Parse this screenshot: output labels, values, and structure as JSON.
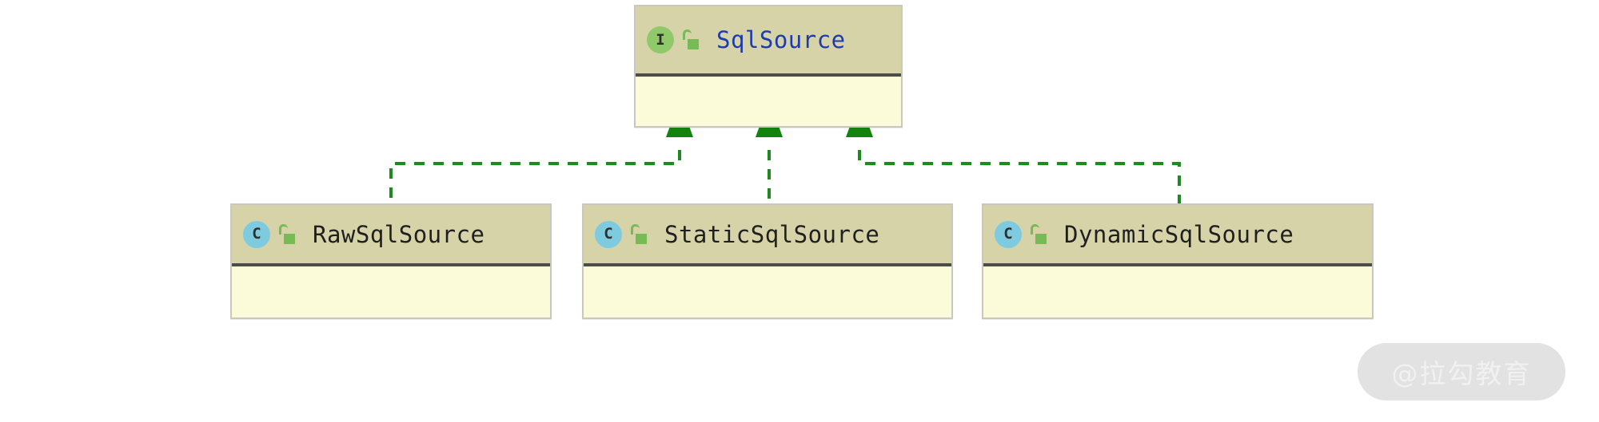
{
  "diagram": {
    "type": "uml-class-diagram",
    "relationship": "realization",
    "interface": {
      "name": "SqlSource",
      "stereotype_letter": "I",
      "stereotype_kind": "interface",
      "visibility_icon": "unlocked-padlock-icon",
      "name_color": "#1d3bab",
      "header_color": "#d6d3a9",
      "body_color": "#fbfbda",
      "icon_color": "#8fc96a",
      "compartments": [
        "attributes-empty"
      ]
    },
    "classes": [
      {
        "name": "RawSqlSource",
        "stereotype_letter": "C",
        "stereotype_kind": "class",
        "visibility_icon": "unlocked-padlock-icon",
        "name_color": "#1f1f1f",
        "header_color": "#d6d3a9",
        "body_color": "#fbfbda",
        "icon_color": "#7ecbe0",
        "implements": "SqlSource"
      },
      {
        "name": "StaticSqlSource",
        "stereotype_letter": "C",
        "stereotype_kind": "class",
        "visibility_icon": "unlocked-padlock-icon",
        "name_color": "#1f1f1f",
        "header_color": "#d6d3a9",
        "body_color": "#fbfbda",
        "icon_color": "#7ecbe0",
        "implements": "SqlSource"
      },
      {
        "name": "DynamicSqlSource",
        "stereotype_letter": "C",
        "stereotype_kind": "class",
        "visibility_icon": "unlocked-padlock-icon",
        "name_color": "#1f1f1f",
        "header_color": "#d6d3a9",
        "body_color": "#fbfbda",
        "icon_color": "#7ecbe0",
        "implements": "SqlSource"
      }
    ],
    "edge_color": "#1f8a1f",
    "edge_style": "dashed-with-hollow-triangle"
  },
  "watermark": {
    "text": "@拉勾教育",
    "pill_color": "#e2e2e2",
    "text_color": "#f1f1f1"
  }
}
